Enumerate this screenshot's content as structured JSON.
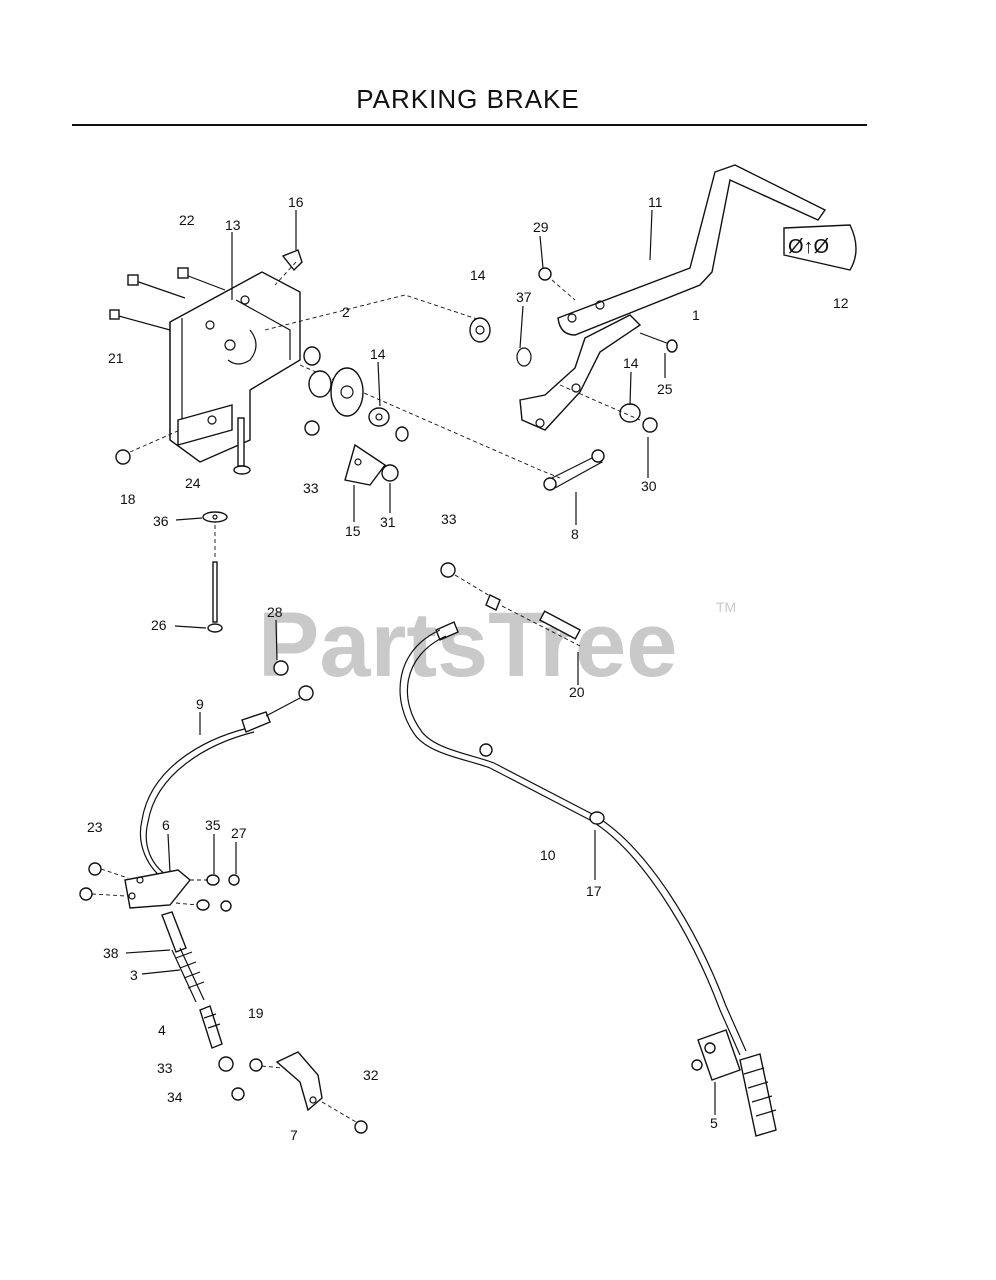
{
  "title": "PARKING BRAKE",
  "watermark": {
    "text": "PartsTree",
    "tm": "TM"
  },
  "callouts": [
    "1",
    "2",
    "3",
    "4",
    "5",
    "6",
    "7",
    "8",
    "9",
    "10",
    "11",
    "12",
    "13",
    "14",
    "14",
    "14",
    "15",
    "16",
    "17",
    "18",
    "19",
    "20",
    "21",
    "22",
    "23",
    "24",
    "25",
    "26",
    "27",
    "28",
    "29",
    "30",
    "31",
    "32",
    "33",
    "33",
    "33",
    "34",
    "35",
    "36",
    "37",
    "38"
  ],
  "plate_text": "Ø↑Ø"
}
